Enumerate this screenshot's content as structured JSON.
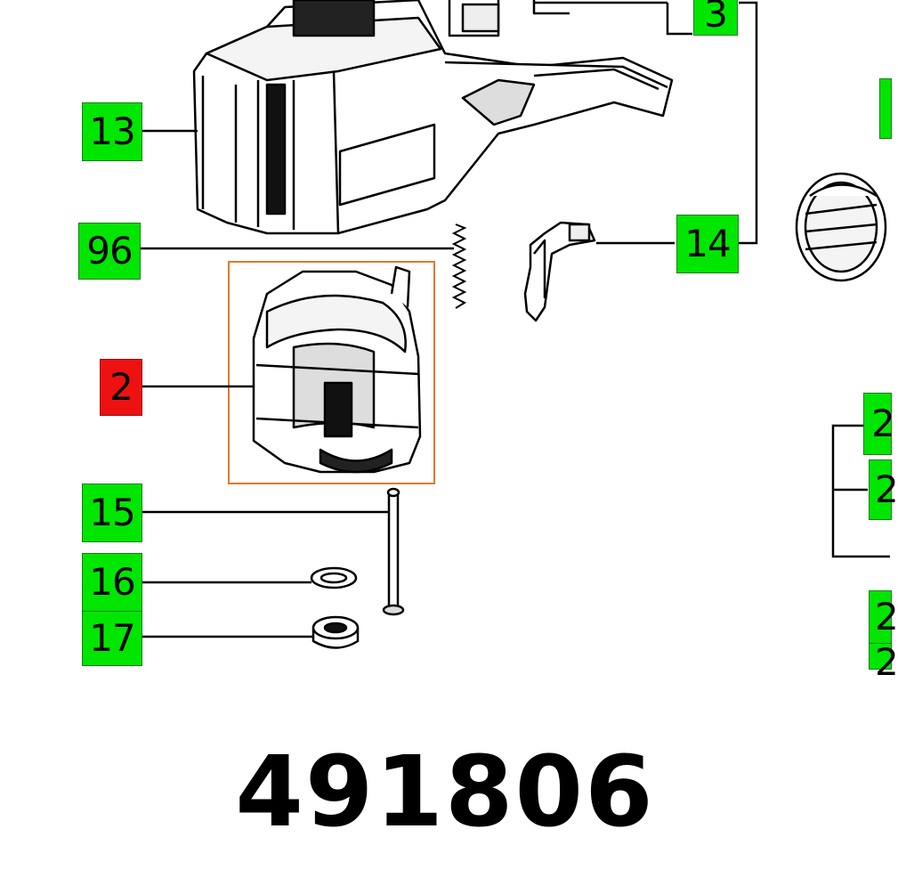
{
  "part_number": "491806",
  "colors": {
    "callout_green": "#00e600",
    "callout_red": "#ee1111",
    "highlight_frame": "#e07a2a",
    "line": "#000000"
  },
  "callouts": [
    {
      "id": "c3",
      "label": "3",
      "color": "green"
    },
    {
      "id": "c13",
      "label": "13",
      "color": "green"
    },
    {
      "id": "c96",
      "label": "96",
      "color": "green"
    },
    {
      "id": "c14",
      "label": "14",
      "color": "green"
    },
    {
      "id": "c2",
      "label": "2",
      "color": "red"
    },
    {
      "id": "c15",
      "label": "15",
      "color": "green"
    },
    {
      "id": "c16",
      "label": "16",
      "color": "green"
    },
    {
      "id": "c17",
      "label": "17",
      "color": "green"
    },
    {
      "id": "cr1",
      "label": "2",
      "color": "green"
    },
    {
      "id": "cr2",
      "label": "2",
      "color": "green"
    },
    {
      "id": "cr3",
      "label": "2",
      "color": "green"
    },
    {
      "id": "cr4",
      "label": "2",
      "color": "green"
    }
  ]
}
